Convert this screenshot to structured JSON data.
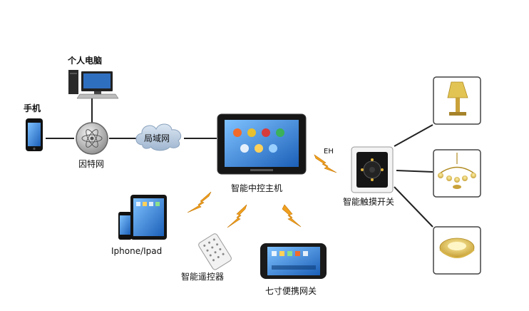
{
  "nodes": {
    "pc": "个人电脑",
    "phone": "手机",
    "internet": "因特网",
    "lan": "局域网",
    "controller": "智能中控主机",
    "touch_switch": "智能触摸开关",
    "iphone_ipad": "Iphone/Ipad",
    "remote": "智能遥控器",
    "gateway": "七寸便携网关"
  },
  "link_labels": {
    "eh": "EH"
  },
  "colors": {
    "line": "#222222",
    "lightning": "#f0a020",
    "lightning_dark": "#c87800",
    "cloud": "#b9cbe0",
    "frame": "#333333"
  }
}
